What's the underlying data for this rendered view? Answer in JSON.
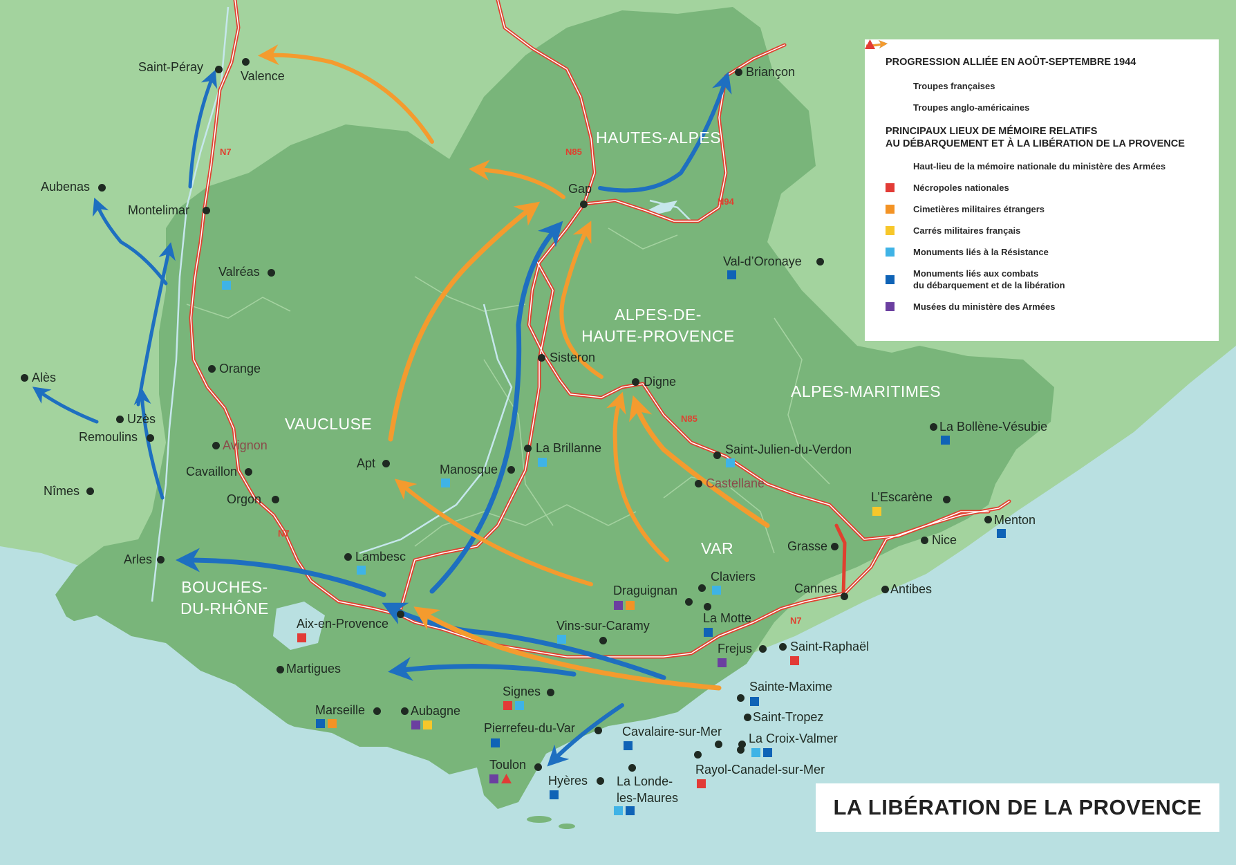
{
  "title": "LA LIBÉRATION DE LA PROVENCE",
  "legend": {
    "heading_progression": "PROGRESSION ALLIÉE EN AOÛT-SEPTEMBRE 1944",
    "french_troops": "Troupes françaises",
    "anglo_american_troops": "Troupes anglo-américaines",
    "heading_memorial_line1": "PRINCIPAUX LIEUX DE MÉMOIRE RELATIFS",
    "heading_memorial_line2": "AU DÉBARQUEMENT ET À LA LIBÉRATION DE LA PROVENCE",
    "haut_lieu": "Haut-lieu de la mémoire nationale du ministère des Armées",
    "necropoles": "Nécropoles nationales",
    "cimetieres": "Cimetières militaires étrangers",
    "carres": "Carrés militaires français",
    "resistance": "Monuments liés à la Résistance",
    "combats_line1": "Monuments liés aux combats",
    "combats_line2": "du débarquement et de la libération",
    "musees": "Musées du ministère des Armées"
  },
  "colors": {
    "sea": "#b9e0e1",
    "land_outside": "#a3d39e",
    "provence": "#79b57a",
    "french_troops": "#1e6fc0",
    "anglo_american_troops": "#f49b2e",
    "road": "#e0402f",
    "necropole": "#e23b36",
    "cimetiere": "#f39325",
    "carre": "#f7c72a",
    "resistance": "#3fb3e6",
    "combats": "#0f63b6",
    "musee": "#6b3fa0"
  },
  "regions": {
    "hautes_alpes": "HAUTES-ALPES",
    "ahp_line1": "ALPES-DE-",
    "ahp_line2": "HAUTE-PROVENCE",
    "alpes_maritimes": "ALPES-MARITIMES",
    "vaucluse": "VAUCLUSE",
    "var": "VAR",
    "bdr_line1": "BOUCHES-",
    "bdr_line2": "DU-RHÔNE"
  },
  "roads": {
    "n7": "N7",
    "n85": "N85",
    "n94": "N94"
  },
  "cities": {
    "saint_peray": "Saint-Péray",
    "valence": "Valence",
    "briancon": "Briançon",
    "aubenas": "Aubenas",
    "montelimar": "Montelimar",
    "gap": "Gap",
    "valreas": "Valréas",
    "val_doronaye": "Val-d’Oronaye",
    "orange": "Orange",
    "ales": "Alès",
    "uzes": "Uzès",
    "remoulins": "Remoulins",
    "sisteron": "Sisteron",
    "digne": "Digne",
    "avignon": "Avignon",
    "cavaillon": "Cavaillon",
    "apt": "Apt",
    "manosque": "Manosque",
    "la_brillanne": "La Brillanne",
    "saint_julien": "Saint-Julien-du-Verdon",
    "la_bollene": "La Bollène-Vésubie",
    "nimes": "Nîmes",
    "orgon": "Orgon",
    "castellane": "Castellane",
    "lescarene": "L’Escarène",
    "menton": "Menton",
    "nice": "Nice",
    "grasse": "Grasse",
    "arles": "Arles",
    "lambesc": "Lambesc",
    "claviers": "Claviers",
    "draguignan": "Draguignan",
    "cannes": "Cannes",
    "antibes": "Antibes",
    "la_motte": "La Motte",
    "aix": "Aix-en-Provence",
    "vins": "Vins-sur-Caramy",
    "frejus": "Frejus",
    "saint_raphael": "Saint-Raphaël",
    "martigues": "Martigues",
    "sainte_maxime": "Sainte-Maxime",
    "signes": "Signes",
    "marseille": "Marseille",
    "aubagne": "Aubagne",
    "saint_tropez": "Saint-Tropez",
    "pierrefeu": "Pierrefeu-du-Var",
    "cavalaire": "Cavalaire-sur-Mer",
    "la_croix": "La Croix-Valmer",
    "toulon": "Toulon",
    "rayol": "Rayol-Canadel-sur-Mer",
    "hyeres": "Hyères",
    "la_londe_line1": "La Londe-",
    "la_londe_line2": "les-Maures"
  }
}
